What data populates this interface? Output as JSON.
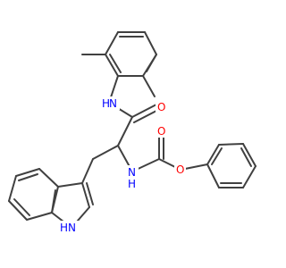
{
  "colors": {
    "bond": "#404040",
    "nitrogen": "#0000ff",
    "oxygen": "#ff0000"
  },
  "atoms": {
    "amide_n": {
      "label": "N",
      "h_label": "H",
      "color": "nitrogen"
    },
    "amide_o": {
      "label": "O",
      "color": "oxygen"
    },
    "carbamate_n": {
      "label": "N",
      "h_label": "H",
      "color": "nitrogen"
    },
    "carbonyl_o": {
      "label": "O",
      "color": "oxygen"
    },
    "ester_o": {
      "label": "O",
      "color": "oxygen"
    },
    "indole_n": {
      "label": "N",
      "h_label": "H",
      "color": "nitrogen"
    }
  }
}
